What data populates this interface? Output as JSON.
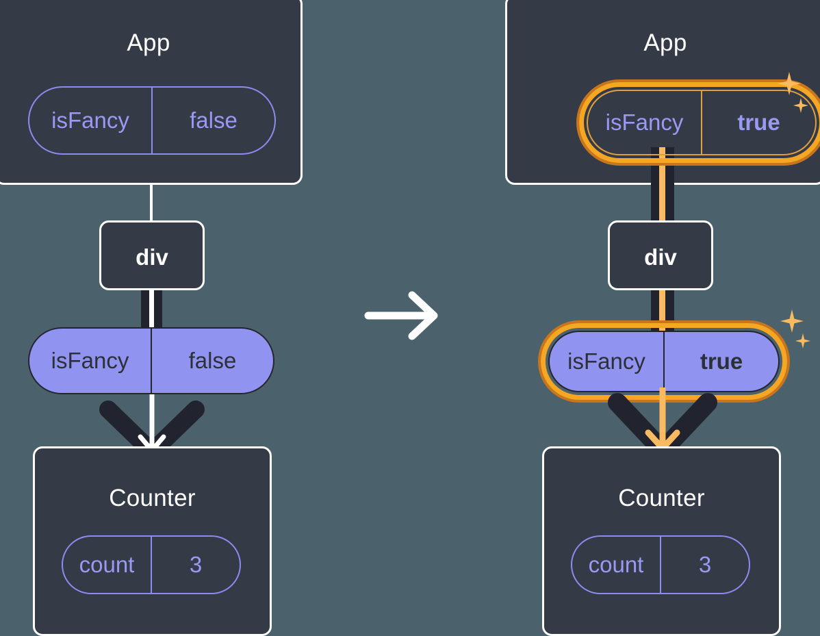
{
  "diagram": {
    "title": "React state propagation: isFancy false to true",
    "background_color": "#4B626C",
    "box_fill": "#343A46",
    "box_border": "#FFFFFF",
    "pill_outline_color": "#8C8CF0",
    "pill_filled_fill": "#9093F0",
    "pill_filled_text": "#2C3038",
    "highlight_color": "#F5A623",
    "highlight_light": "#FABA62",
    "highlight_dark": "#C8751B",
    "connector_dark": "#21242F"
  },
  "transition": {
    "icon": "arrow-right-icon",
    "color": "#FFFFFF"
  },
  "before": {
    "app": {
      "title": "App",
      "state": {
        "key": "isFancy",
        "value": "false",
        "bold": false,
        "highlighted": false
      }
    },
    "div": {
      "label": "div"
    },
    "prop": {
      "key": "isFancy",
      "value": "false",
      "bold": false,
      "highlighted": false
    },
    "counter": {
      "title": "Counter",
      "state": {
        "key": "count",
        "value": "3",
        "bold": false,
        "highlighted": false
      }
    },
    "sparkles": []
  },
  "after": {
    "app": {
      "title": "App",
      "state": {
        "key": "isFancy",
        "value": "true",
        "bold": true,
        "highlighted": true
      }
    },
    "div": {
      "label": "div"
    },
    "prop": {
      "key": "isFancy",
      "value": "true",
      "bold": true,
      "highlighted": true
    },
    "counter": {
      "title": "Counter",
      "state": {
        "key": "count",
        "value": "3",
        "bold": false,
        "highlighted": false
      }
    },
    "sparkles": [
      {
        "name": "sparkle-app-big",
        "size": "big"
      },
      {
        "name": "sparkle-app-small",
        "size": "small"
      },
      {
        "name": "sparkle-prop-big",
        "size": "big"
      },
      {
        "name": "sparkle-prop-small",
        "size": "small"
      }
    ]
  }
}
